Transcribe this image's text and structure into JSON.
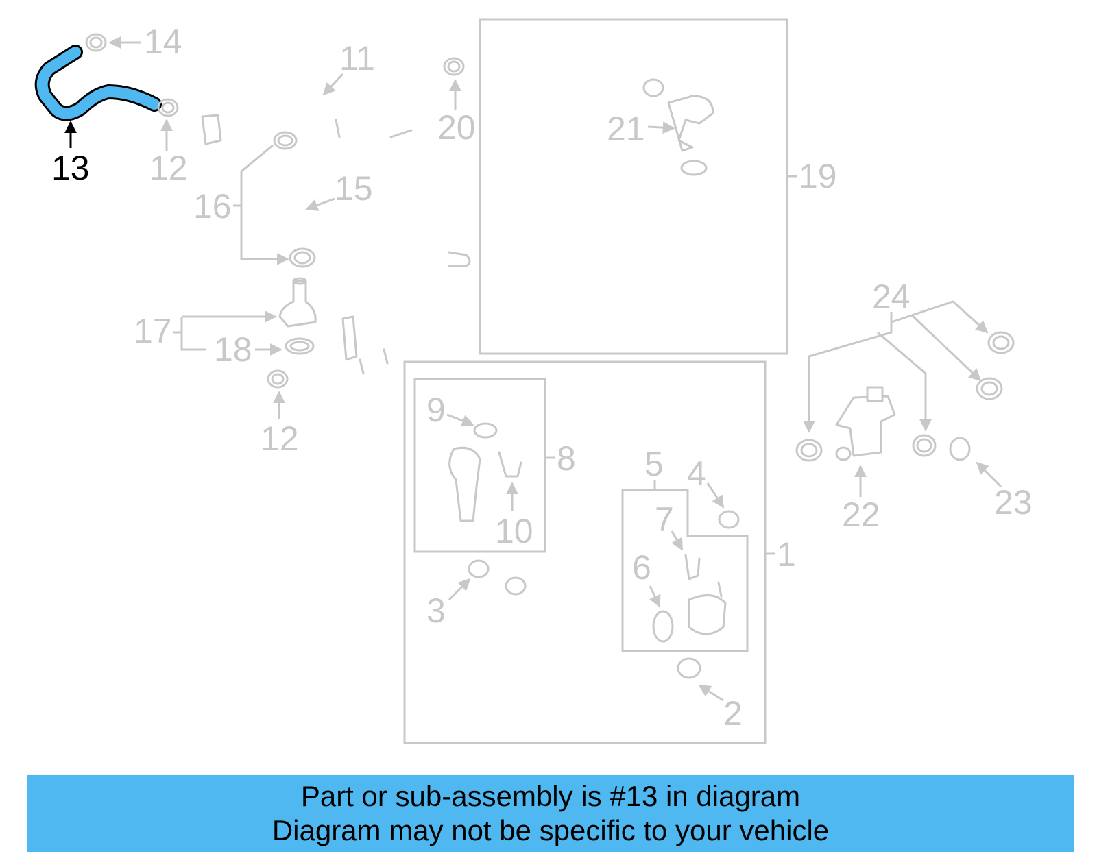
{
  "diagram": {
    "highlighted_part": "13",
    "highlight_color": "#4fb8f0",
    "ghost_color": "#c8c8c8",
    "callouts": [
      "1",
      "2",
      "3",
      "4",
      "5",
      "6",
      "7",
      "8",
      "9",
      "10",
      "11",
      "12",
      "12",
      "13",
      "14",
      "15",
      "16",
      "17",
      "18",
      "19",
      "20",
      "21",
      "22",
      "23",
      "24"
    ]
  },
  "banner": {
    "line1": "Part or sub-assembly is #13 in diagram",
    "line2": "Diagram may not be specific to your vehicle"
  }
}
